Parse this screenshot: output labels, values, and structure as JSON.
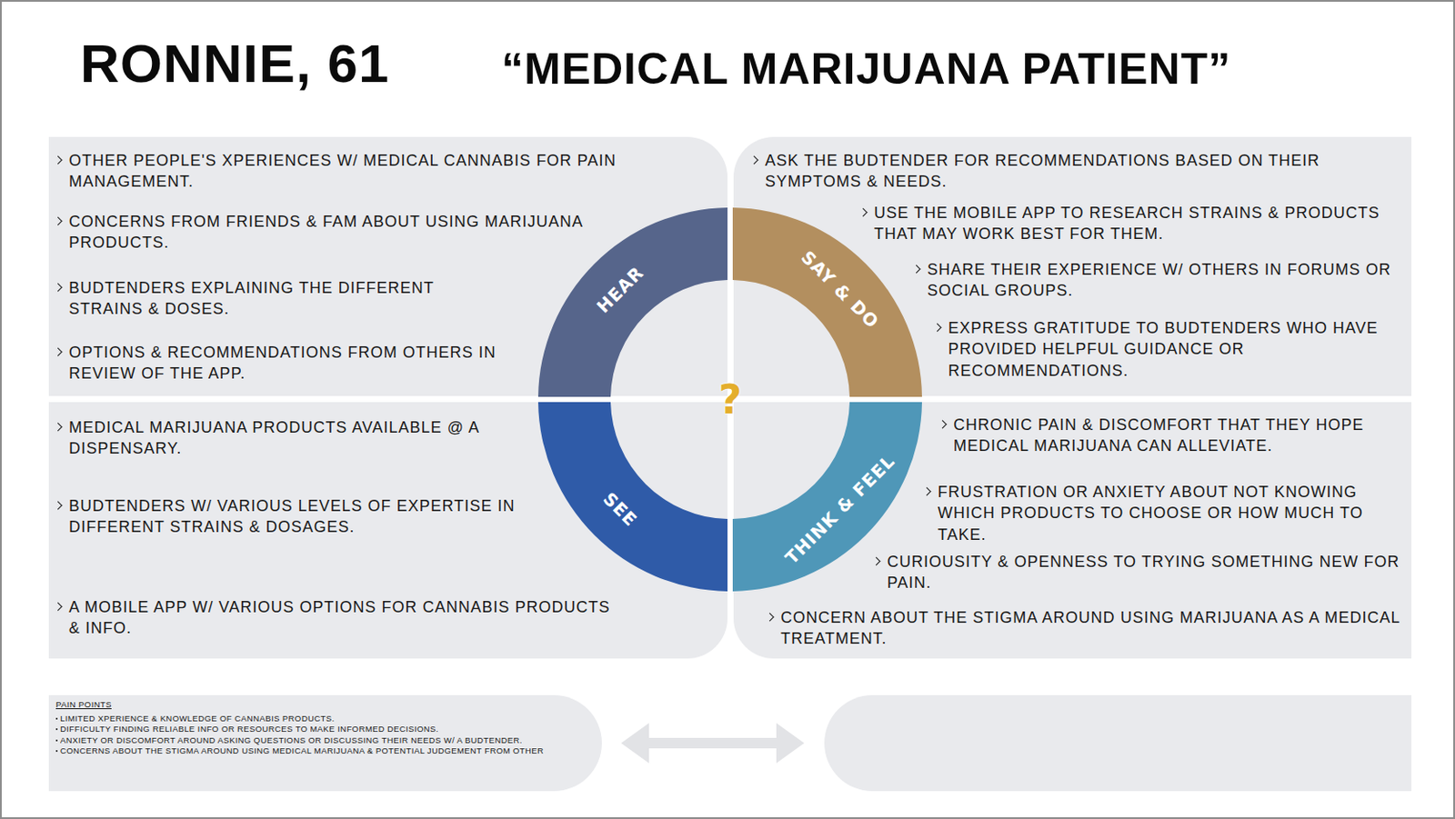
{
  "diagram": {
    "title": "RONNIE, 61",
    "nodes": [
      {
        "text": [
          "OTHER PEOPLE'S XPERIENCES W/ MEDICAL CANNABIS FOR PAIN MANAGEMENT.",
          "CONCERNS FROM FRIENDS & FAM ABOUT USING MARIJUANA PRODUCTS.",
          "BUDTENDERS EXPLAINING THE DIFFERENT STRAINS & DOSES.",
          "OPTIONS & RECOMMENDATIONS FROM OTHERS IN REVIEW OF THE APP."
        ]
      },
      {
        "text": [
          "HEAR"
        ],
        "in": 0
      },
      {
        "text": [
          "ASK THE BUDTENDER FOR RECOMMENDATIONS BASED ON THEIR SYMPTOMS & NEEDS.",
          "USE THE MOBILE APP TO RESEARCH STRAINS & PRODUCTS THAT MAY WORK BEST FOR THEM.",
          "SHARE THEIR EXPERIENCE W/ OTHERS IN FORUMS OR SOCIAL GROUPS.",
          "EXPRESS GRATITUDE TO BUDTENDERS WHO HAVE PROVIDED HELPFUL GUIDANCE OR RECOMMENDATIONS."
        ]
      },
      {
        "text": [
          "SAY & DO"
        ],
        "in": 2
      },
      {
        "text": [
          "MEDICAL MARIJUANA PRODUCTS AVAILABLE @ A DISPENSARY.",
          "BUDTENDERS W/ VARIOUS LEVELS OF EXPERTISE IN DIFFERENT STRAINS & DOSAGES.",
          "A MOBILE APP W/ VARIOUS OPTIONS FOR CANNABIS PRODUCTS & INFO."
        ]
      },
      {
        "text": [
          "SEE"
        ],
        "in": 4
      },
      {
        "text": [
          "CHRONIC PAIN & DISCOMFORT THAT THEY HOPE MEDICAL MARIJUANA CAN ALLEVIATE.",
          "FRUSTRATION OR ANXIETY ABOUT NOT KNOWING WHICH PRODUCTS TO CHOOSE OR HOW MUCH TO TAKE.",
          "CURIOUSITY & OPENNESS TO TRYING SOMETHING NEW FOR PAIN.",
          "CONCERN ABOUT THE STIGMA AROUND USING MARIJUANA AS A MEDICAL TREATMENT."
        ]
      },
      {
        "text": [
          "THINK & FEEL"
        ],
        "in": 6
      },
      {
        "text": [
          "PAIN POINTS",
          "LIMITED XPERIENCE & KNOWLEDGE OF CANNABIS PRODUCTS.",
          "DIFFICULTY FINDING RELIABLE INFO OR RESOURCES TO MAKE INFORMED DECISIONS.",
          "ANXIETY OR DISCOMFORT AROUND ASKING QUESTIONS OR DISCUSSING THEIR NEEDS W/ A BUDTENDER.",
          "CONCERNS ABOUT THE STIGMA AROUND USING MEDICAL MARIJUANA & POTENTIAL JUDGEMENT FROM OTHER"
        ]
      }
    ],
    "labels": [
      "“MEDICAL MARIJUANA PATIENT”",
      "?"
    ]
  }
}
